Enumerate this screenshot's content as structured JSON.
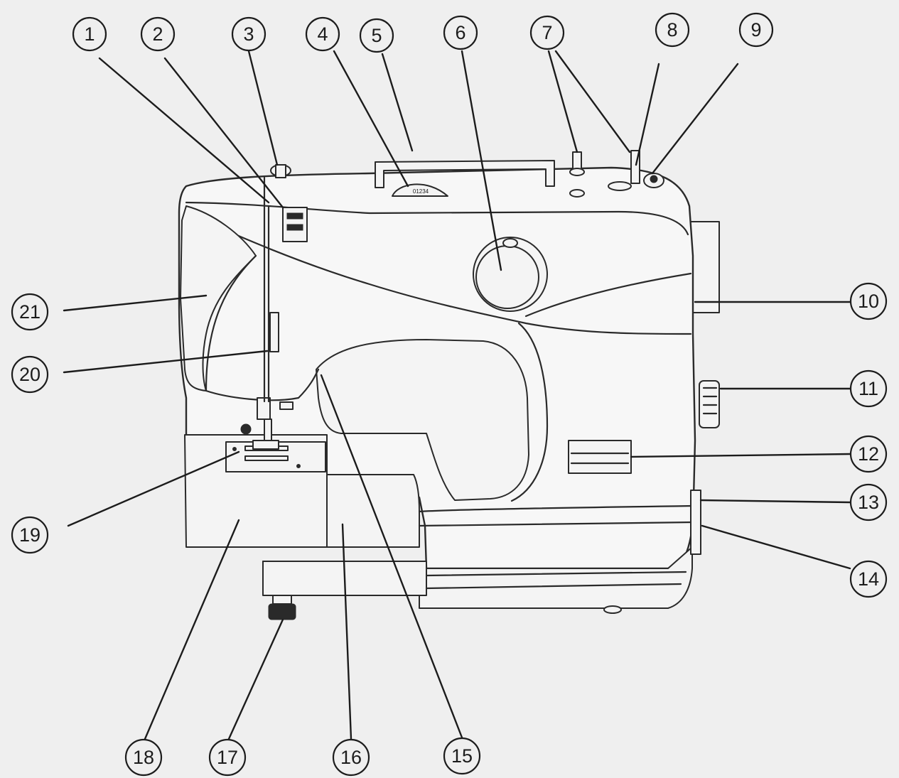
{
  "diagram": {
    "dial_marking": "01234",
    "callouts": [
      {
        "id": 1,
        "label": "1"
      },
      {
        "id": 2,
        "label": "2"
      },
      {
        "id": 3,
        "label": "3"
      },
      {
        "id": 4,
        "label": "4"
      },
      {
        "id": 5,
        "label": "5"
      },
      {
        "id": 6,
        "label": "6"
      },
      {
        "id": 7,
        "label": "7"
      },
      {
        "id": 8,
        "label": "8"
      },
      {
        "id": 9,
        "label": "9"
      },
      {
        "id": 10,
        "label": "10"
      },
      {
        "id": 11,
        "label": "11"
      },
      {
        "id": 12,
        "label": "12"
      },
      {
        "id": 13,
        "label": "13"
      },
      {
        "id": 14,
        "label": "14"
      },
      {
        "id": 15,
        "label": "15"
      },
      {
        "id": 16,
        "label": "16"
      },
      {
        "id": 17,
        "label": "17"
      },
      {
        "id": 18,
        "label": "18"
      },
      {
        "id": 19,
        "label": "19"
      },
      {
        "id": 20,
        "label": "20"
      },
      {
        "id": 21,
        "label": "21"
      }
    ]
  }
}
